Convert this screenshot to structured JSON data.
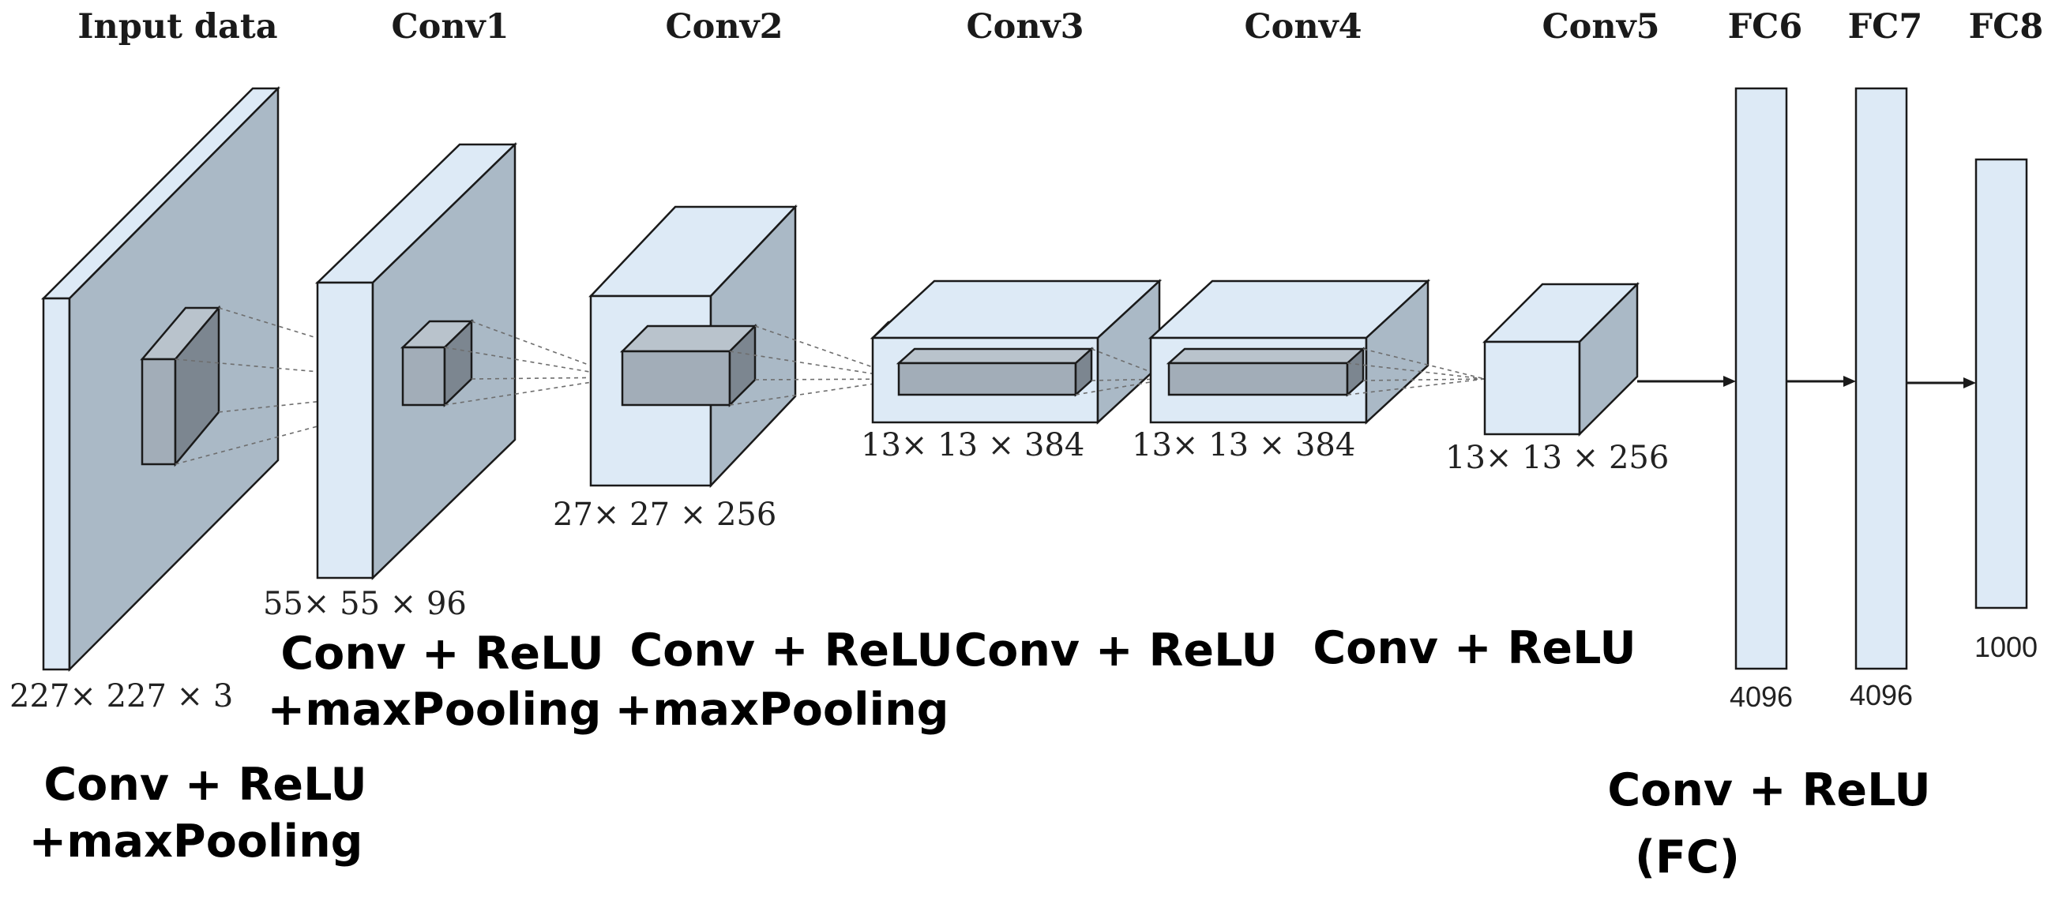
{
  "titles": {
    "input": "Input data",
    "conv1": "Conv1",
    "conv2": "Conv2",
    "conv3": "Conv3",
    "conv4": "Conv4",
    "conv5": "Conv5",
    "fc6": "FC6",
    "fc7": "FC7",
    "fc8": "FC8"
  },
  "dims": {
    "input": "227× 227 × 3",
    "conv1": "55× 55 × 96",
    "conv2": "27× 27 × 256",
    "conv3": "13× 13 × 384",
    "conv4": "13× 13 × 384",
    "conv5": "13× 13 × 256",
    "fc6": "4096",
    "fc7": "4096",
    "fc8": "1000"
  },
  "ops": {
    "input_line1": "Conv + ReLU",
    "input_line2": "+maxPooling",
    "conv1_line1": "Conv + ReLU",
    "conv1_line2": "+maxPooling",
    "conv2_line1": "Conv + ReLU",
    "conv2_line2": "+maxPooling",
    "conv3_line1": "Conv + ReLU",
    "conv4_line1": "Conv + ReLU",
    "fc_line1": "Conv + ReLU",
    "fc_line2": "(FC)"
  },
  "colors": {
    "face_light": "#ddeaf6",
    "face_dark": "#aab9c6",
    "kernel": "#a2adb8"
  }
}
